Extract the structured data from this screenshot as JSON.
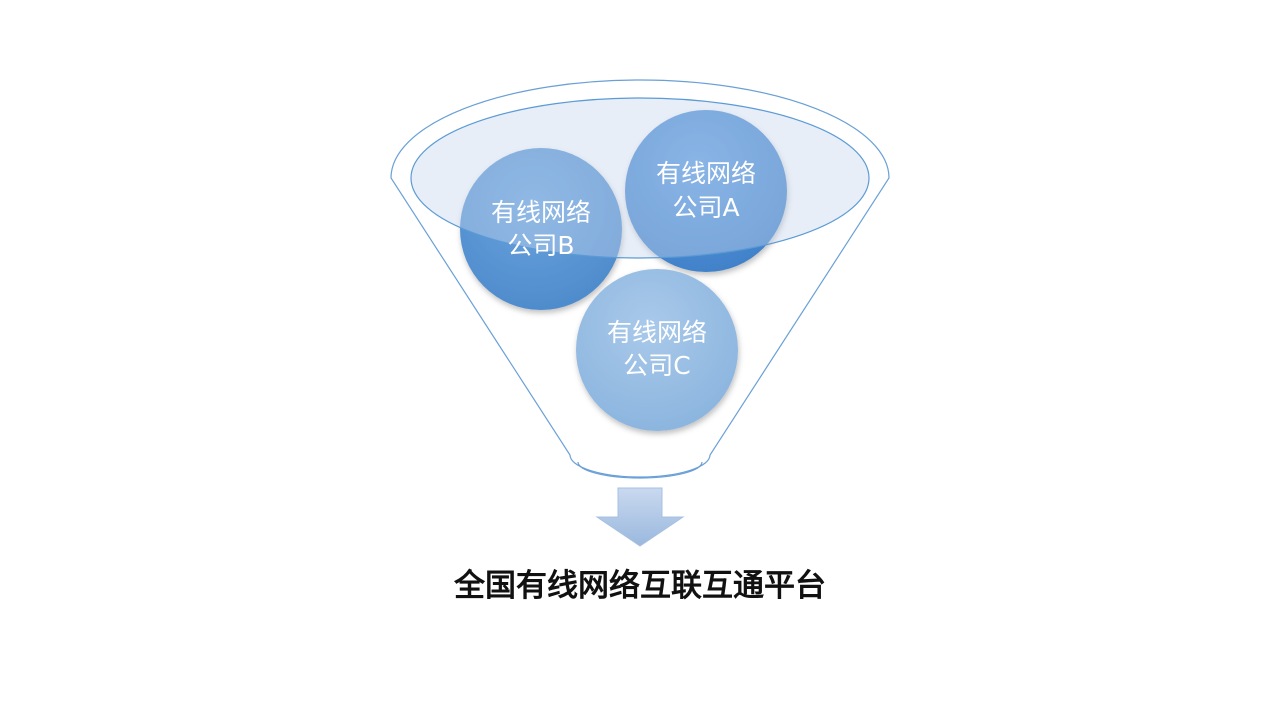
{
  "diagram": {
    "type": "funnel",
    "items": [
      {
        "id": "a",
        "line1": "有线网络",
        "line2": "公司A"
      },
      {
        "id": "b",
        "line1": "有线网络",
        "line2": "公司B"
      },
      {
        "id": "c",
        "line1": "有线网络",
        "line2": "公司C"
      }
    ],
    "result": "全国有线网络互联互通平台"
  },
  "colors": {
    "outline": "#5b9bd5",
    "funnel_top_fill": "#dbe6f3",
    "circle_dark": "#4f8fd0",
    "circle_light": "#9cc0e4",
    "arrow": "#b4cbe8",
    "caption": "#111111"
  }
}
